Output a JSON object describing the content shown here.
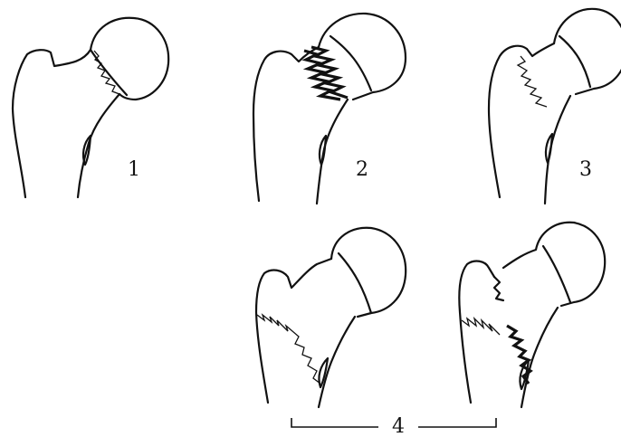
{
  "labels": {
    "type_1": "1",
    "type_2": "2",
    "type_3": "3",
    "type_4": "4"
  },
  "colors": {
    "ink": "#111111",
    "background": "#ffffff"
  }
}
